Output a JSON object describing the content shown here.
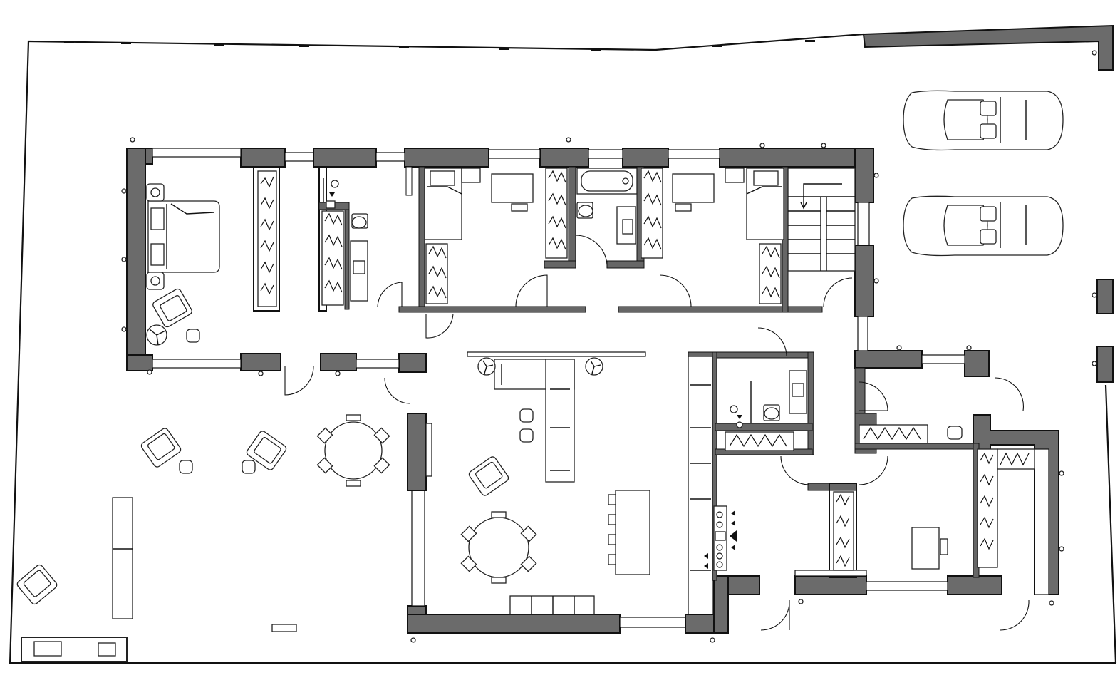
{
  "drawing": {
    "type": "architectural floor plan",
    "wall_color": "#6b6b6b",
    "line_color": "#111111",
    "background": "#ffffff"
  },
  "rooms": [
    {
      "id": "master-bedroom",
      "fixtures": [
        "double-bed",
        "armchair",
        "side-table",
        "floor-lamp"
      ]
    },
    {
      "id": "walk-in-wardrobe-1",
      "fixtures": [
        "wardrobe"
      ]
    },
    {
      "id": "ensuite-bathroom",
      "fixtures": [
        "shower",
        "toilet",
        "vanity-sink"
      ]
    },
    {
      "id": "bedroom-2",
      "fixtures": [
        "single-bed",
        "desk",
        "wardrobe"
      ]
    },
    {
      "id": "bathroom",
      "fixtures": [
        "bathtub",
        "toilet",
        "sink"
      ]
    },
    {
      "id": "bedroom-3",
      "fixtures": [
        "single-bed",
        "desk",
        "wardrobe"
      ]
    },
    {
      "id": "stairwell",
      "fixtures": [
        "staircase"
      ]
    },
    {
      "id": "living-room",
      "fixtures": [
        "sofa",
        "armchair",
        "floor-lamps",
        "stools"
      ]
    },
    {
      "id": "dining-kitchen",
      "fixtures": [
        "round-table",
        "kitchen-island",
        "cooktop",
        "counter"
      ]
    },
    {
      "id": "wc",
      "fixtures": [
        "shower",
        "toilet",
        "sink"
      ]
    },
    {
      "id": "hall-closet",
      "fixtures": [
        "wardrobe"
      ]
    },
    {
      "id": "study",
      "fixtures": [
        "desk",
        "chair",
        "wardrobe"
      ]
    },
    {
      "id": "terrace",
      "fixtures": [
        "lounge-chairs",
        "round-table",
        "bench",
        "bbq"
      ]
    },
    {
      "id": "carport",
      "fixtures": [
        "car",
        "car"
      ]
    }
  ]
}
